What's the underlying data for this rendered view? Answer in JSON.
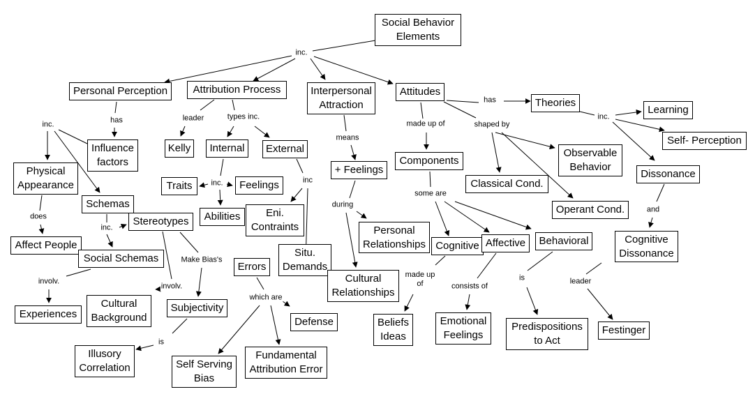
{
  "title": "Social Behavior Elements",
  "nodes": {
    "root": "Social Behavior\nElements",
    "personal_perception": "Personal Perception",
    "attribution_process": "Attribution Process",
    "interpersonal_attraction": "Interpersonal\nAttraction",
    "attitudes": "Attitudes",
    "theories": "Theories",
    "learning": "Learning",
    "self_perception": "Self- Perception",
    "dissonance": "Dissonance",
    "cognitive_dissonance": "Cognitive\nDissonance",
    "festinger": "Festinger",
    "influence_factors": "Influence\nfactors",
    "physical_appearance": "Physical\nAppearance",
    "schemas": "Schemas",
    "affect_people": "Affect People",
    "stereotypes": "Stereotypes",
    "social_schemas": "Social Schemas",
    "experiences": "Experiences",
    "cultural_background": "Cultural\nBackground",
    "subjectivity": "Subjectivity",
    "illusory_correlation": "Illusory\nCorrelation",
    "kelly": "Kelly",
    "internal": "Internal",
    "external": "External",
    "traits": "Traits",
    "feelings": "Feelings",
    "abilities": "Abilities",
    "eni_contraints": "Eni.\nContraints",
    "situ_demands": "Situ.\nDemands",
    "errors": "Errors",
    "defense": "Defense",
    "self_serving_bias": "Self Serving\nBias",
    "fundamental_attribution_error": "Fundamental\nAttribution Error",
    "plus_feelings": "+ Feelings",
    "personal_relationships": "Personal\nRelationships",
    "cultural_relationships": "Cultural\nRelationships",
    "components": "Components",
    "cognitive": "Cognitive",
    "affective": "Affective",
    "behavioral": "Behavioral",
    "beliefs_ideas": "Beliefs\nIdeas",
    "emotional_feelings": "Emotional\nFeelings",
    "predispositions": "Predispositions\nto Act",
    "classical_cond": "Classical Cond.",
    "operant_cond": "Operant Cond.",
    "observable_behavior": "Observable\nBehavior"
  },
  "links": {
    "root_inc": "inc.",
    "pp_has": "has",
    "pp_inc": "inc.",
    "ap_leader": "leader",
    "ap_types": "types inc.",
    "pa_does": "does",
    "schemas_inc": "inc.",
    "ss_involv": "involv.",
    "st_involv": "involv.",
    "st_bias": "Make Bias's",
    "subj_is": "is",
    "int_inc": "inc.",
    "ext_inc": "inc",
    "errors_which": "which are",
    "ia_means": "means",
    "pf_during": "during",
    "att_made": "made up of",
    "att_has": "has",
    "att_shaped": "shaped by",
    "comp_some": "some are",
    "cog_made": "made up\nof",
    "aff_consists": "consists of",
    "beh_is": "is",
    "theo_inc": "inc.",
    "diss_and": "and",
    "cd_leader": "leader"
  }
}
